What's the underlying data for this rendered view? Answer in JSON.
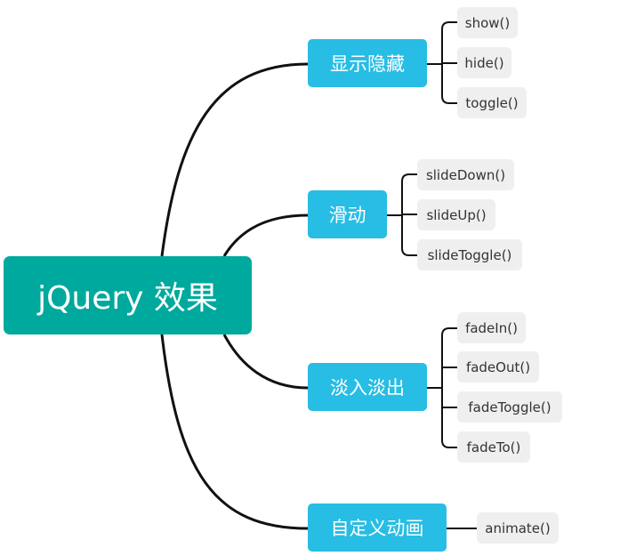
{
  "root": {
    "label": "jQuery 效果"
  },
  "branches": [
    {
      "label": "显示隐藏",
      "leaves": [
        "show()",
        "hide()",
        "toggle()"
      ]
    },
    {
      "label": "滑动",
      "leaves": [
        "slideDown()",
        "slideUp()",
        "slideToggle()"
      ]
    },
    {
      "label": "淡入淡出",
      "leaves": [
        "fadeIn()",
        "fadeOut()",
        "fadeToggle()",
        "fadeTo()"
      ]
    },
    {
      "label": "自定义动画",
      "leaves": [
        "animate()"
      ]
    }
  ],
  "colors": {
    "root": "#00a99d",
    "branch": "#27bde4",
    "leaf": "#efefef",
    "line": "#111111"
  }
}
